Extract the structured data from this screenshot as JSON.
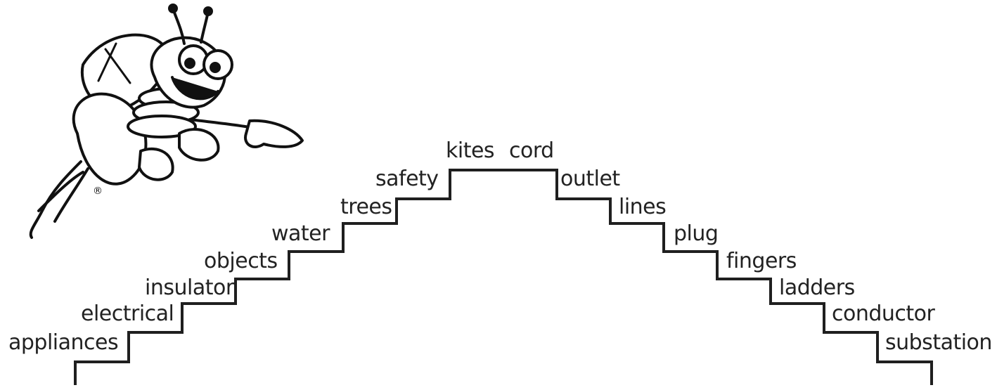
{
  "mascot": {
    "icon": "lightning-bug-mascot-icon",
    "registered_mark": "®"
  },
  "left_steps": [
    "appliances",
    "electrical",
    "insulator",
    "objects",
    "water",
    "trees",
    "safety",
    "kites"
  ],
  "right_steps": [
    "cord",
    "outlet",
    "lines",
    "plug",
    "fingers",
    "ladders",
    "conductor",
    "substation"
  ]
}
